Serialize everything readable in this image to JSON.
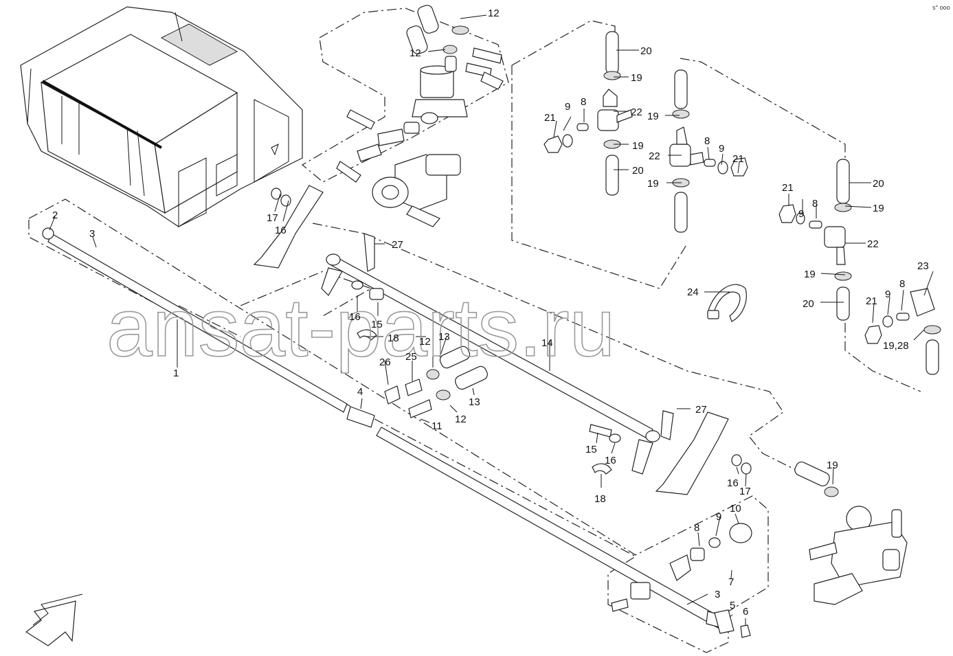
{
  "watermark": "ansat-parts.ru",
  "page_ref": "s° ooo",
  "callouts": {
    "c1": "1",
    "c2": "2",
    "c3a": "3",
    "c3b": "3",
    "c4": "4",
    "c5": "5",
    "c6": "6",
    "c7": "7",
    "c8a": "8",
    "c8b": "8",
    "c8c": "8",
    "c8d": "8",
    "c8e": "8",
    "c9a": "9",
    "c9b": "9",
    "c9c": "9",
    "c9d": "9",
    "c9e": "9",
    "c10": "10",
    "c11": "11",
    "c12a": "12",
    "c12b": "12",
    "c12c": "12",
    "c12d": "12",
    "c13a": "13",
    "c13b": "13",
    "c14": "14",
    "c15a": "15",
    "c15b": "15",
    "c16a": "16",
    "c16b": "16",
    "c16c": "16",
    "c16d": "16",
    "c17a": "17",
    "c17b": "17",
    "c18a": "18",
    "c18b": "18",
    "c19a": "19",
    "c19b": "19",
    "c19c": "19",
    "c19d": "19",
    "c19e": "19",
    "c19f": "19",
    "c19g": "19",
    "c1928": "19,28",
    "c20a": "20",
    "c20b": "20",
    "c20c": "20",
    "c20d": "20",
    "c21a": "21",
    "c21b": "21",
    "c21c": "21",
    "c21d": "21",
    "c22a": "22",
    "c22b": "22",
    "c22c": "22",
    "c23": "23",
    "c24": "24",
    "c25": "25",
    "c26": "26",
    "c27a": "27",
    "c27b": "27"
  },
  "icons": {
    "direction_arrow": "front-direction-arrow-icon"
  }
}
